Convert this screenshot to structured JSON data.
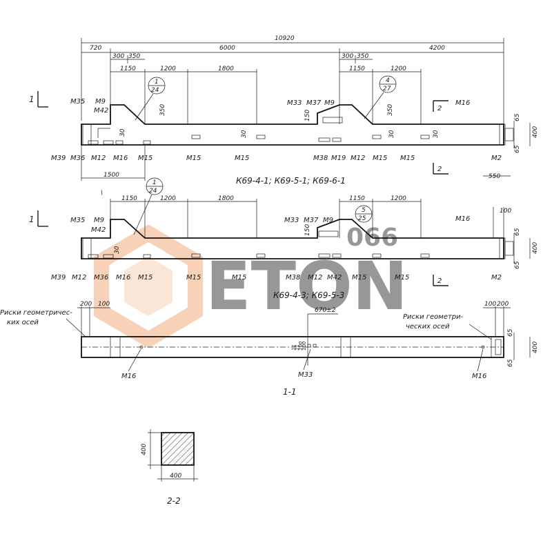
{
  "view1": {
    "dims_top": [
      "10920",
      "720",
      "6000",
      "4200",
      "300",
      "350",
      "1150",
      "1200",
      "1800",
      "300",
      "350",
      "1150",
      "1200"
    ],
    "dims_side": [
      "350",
      "150",
      "350",
      "30",
      "30",
      "30",
      "30"
    ],
    "dims_right": [
      "65",
      "400",
      "65",
      "550"
    ],
    "dim_bottom": "1500",
    "labels": [
      "М35",
      "М9",
      "М42",
      "М33",
      "М37",
      "М9",
      "М16",
      "М39",
      "М36",
      "М12",
      "М16",
      "М15",
      "М15",
      "М15",
      "М38",
      "М19",
      "М12",
      "М15",
      "М15",
      "М2"
    ],
    "callout1": {
      "top": "1",
      "bottom": "24"
    },
    "callout2": {
      "top": "4",
      "bottom": "27"
    },
    "section_marks": [
      "1",
      "2",
      "2"
    ],
    "title": "К69-4-1; К69-5-1; К69-6-1"
  },
  "view2": {
    "dims_top": [
      "1150",
      "1200",
      "1800",
      "1150",
      "1200",
      "100"
    ],
    "dims_side": [
      "150",
      "30"
    ],
    "dims_right": [
      "65",
      "400",
      "65"
    ],
    "labels": [
      "М35",
      "М9",
      "М42",
      "М33",
      "М37",
      "М9",
      "М16",
      "М39",
      "М12",
      "М36",
      "М16",
      "М15",
      "М15",
      "М15",
      "М38",
      "М12",
      "М42",
      "М15",
      "М15",
      "М2"
    ],
    "callout1": {
      "top": "1",
      "bottom": "24"
    },
    "callout2": {
      "top": "5",
      "bottom": "25"
    },
    "section_marks": [
      "1",
      "2"
    ],
    "title": "К69-4-3; К69-5-3",
    "stray_mark": "\\"
  },
  "view3": {
    "left_note": [
      "Риски геометричес-",
      "ких осей"
    ],
    "right_note": [
      "Риски геометри-",
      "ческих осей"
    ],
    "dims_top_left": [
      "200",
      "100"
    ],
    "dims_top_right": [
      "100",
      "200"
    ],
    "dim_center": "670±2",
    "dims_small": [
      "11",
      "11",
      "100",
      "100"
    ],
    "dims_right": [
      "65",
      "400",
      "65"
    ],
    "labels": [
      "М16",
      "М33",
      "М16"
    ],
    "title": "1-1"
  },
  "section": {
    "dim_side": "400",
    "dim_bottom": "400",
    "title": "2-2"
  },
  "watermark": {
    "text": "ETON",
    "sub": "066",
    "color": "#f2b48a"
  }
}
